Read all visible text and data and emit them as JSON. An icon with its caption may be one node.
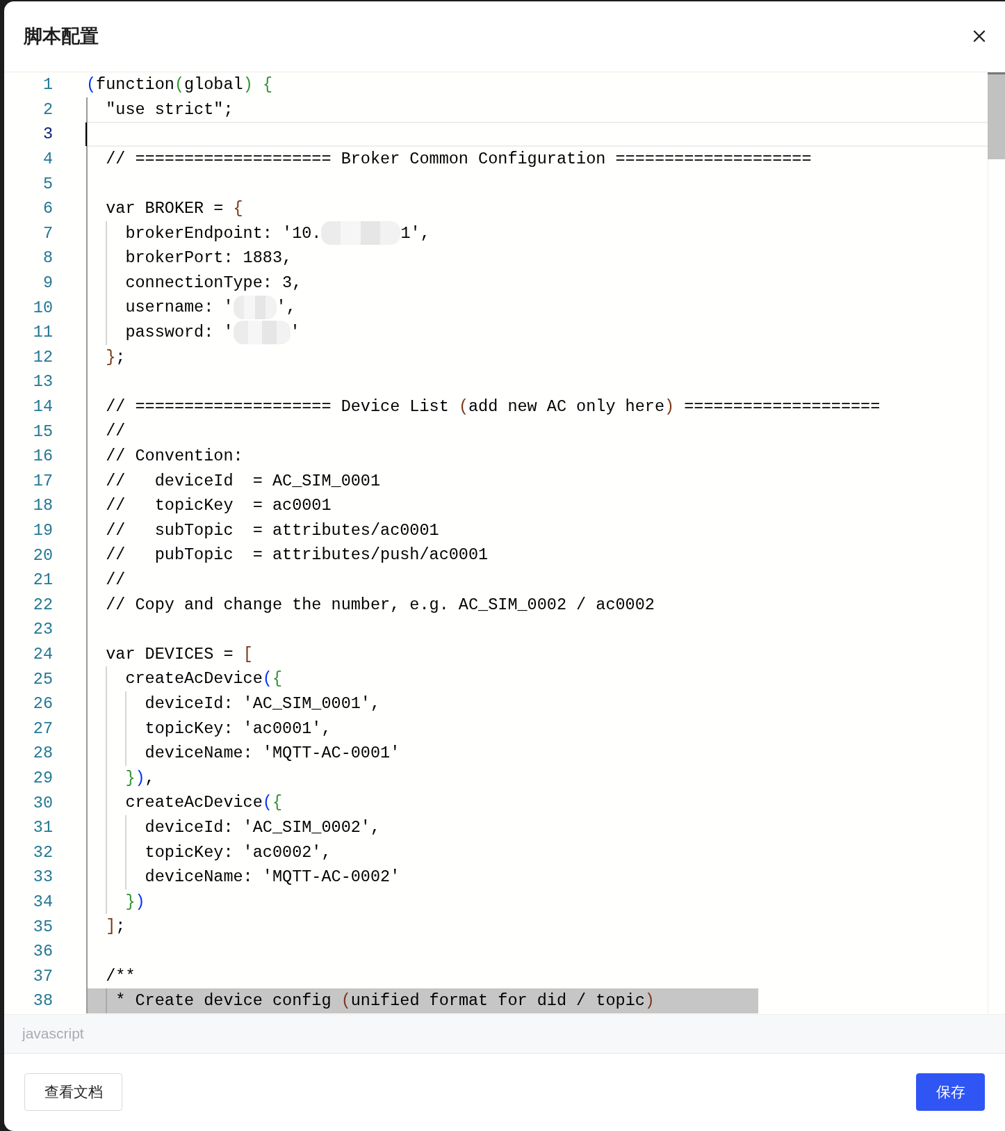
{
  "diagram": {
    "title": "脚本配置",
    "labels": [
      "1",
      "(function(global) {",
      "2",
      "\"use strict\";",
      "3",
      "4",
      "// ==================== Broker Common Configuration ====================",
      "5",
      "6",
      "var BROKER = {",
      "7",
      "brokerEndpoint: '10.",
      "1',",
      "8",
      "brokerPort: 1883,",
      "9",
      "connectionType: 3,",
      "10",
      "username: '",
      "',",
      "11",
      "password: '",
      "'",
      "12",
      "};",
      "13",
      "14",
      "// ==================== Device List (add new AC only here) ====================",
      "15",
      "//",
      "16",
      "// Convention:",
      "17",
      "//   deviceId  = AC_SIM_0001",
      "18",
      "//   topicKey  = ac0001",
      "19",
      "//   subTopic  = attributes/ac0001",
      "20",
      "//   pubTopic  = attributes/push/ac0001",
      "21",
      "//",
      "22",
      "// Copy and change the number, e.g. AC_SIM_0002 / ac0002",
      "23",
      "24",
      "var DEVICES = [",
      "25",
      "createAcDevice({",
      "26",
      "deviceId: 'AC_SIM_0001',",
      "27",
      "topicKey: 'ac0001',",
      "28",
      "deviceName: 'MQTT-AC-0001'",
      "29",
      "}),",
      "30",
      "createAcDevice({",
      "31",
      "deviceId: 'AC_SIM_0002',",
      "32",
      "topicKey: 'ac0002',",
      "33",
      "deviceName: 'MQTT-AC-0002'",
      "34",
      "})",
      "35",
      "];",
      "36",
      "37",
      "/**",
      "38",
      "* Create device config (unified format for did / topic)",
      "javascript",
      "查看文档",
      "保存"
    ]
  }
}
